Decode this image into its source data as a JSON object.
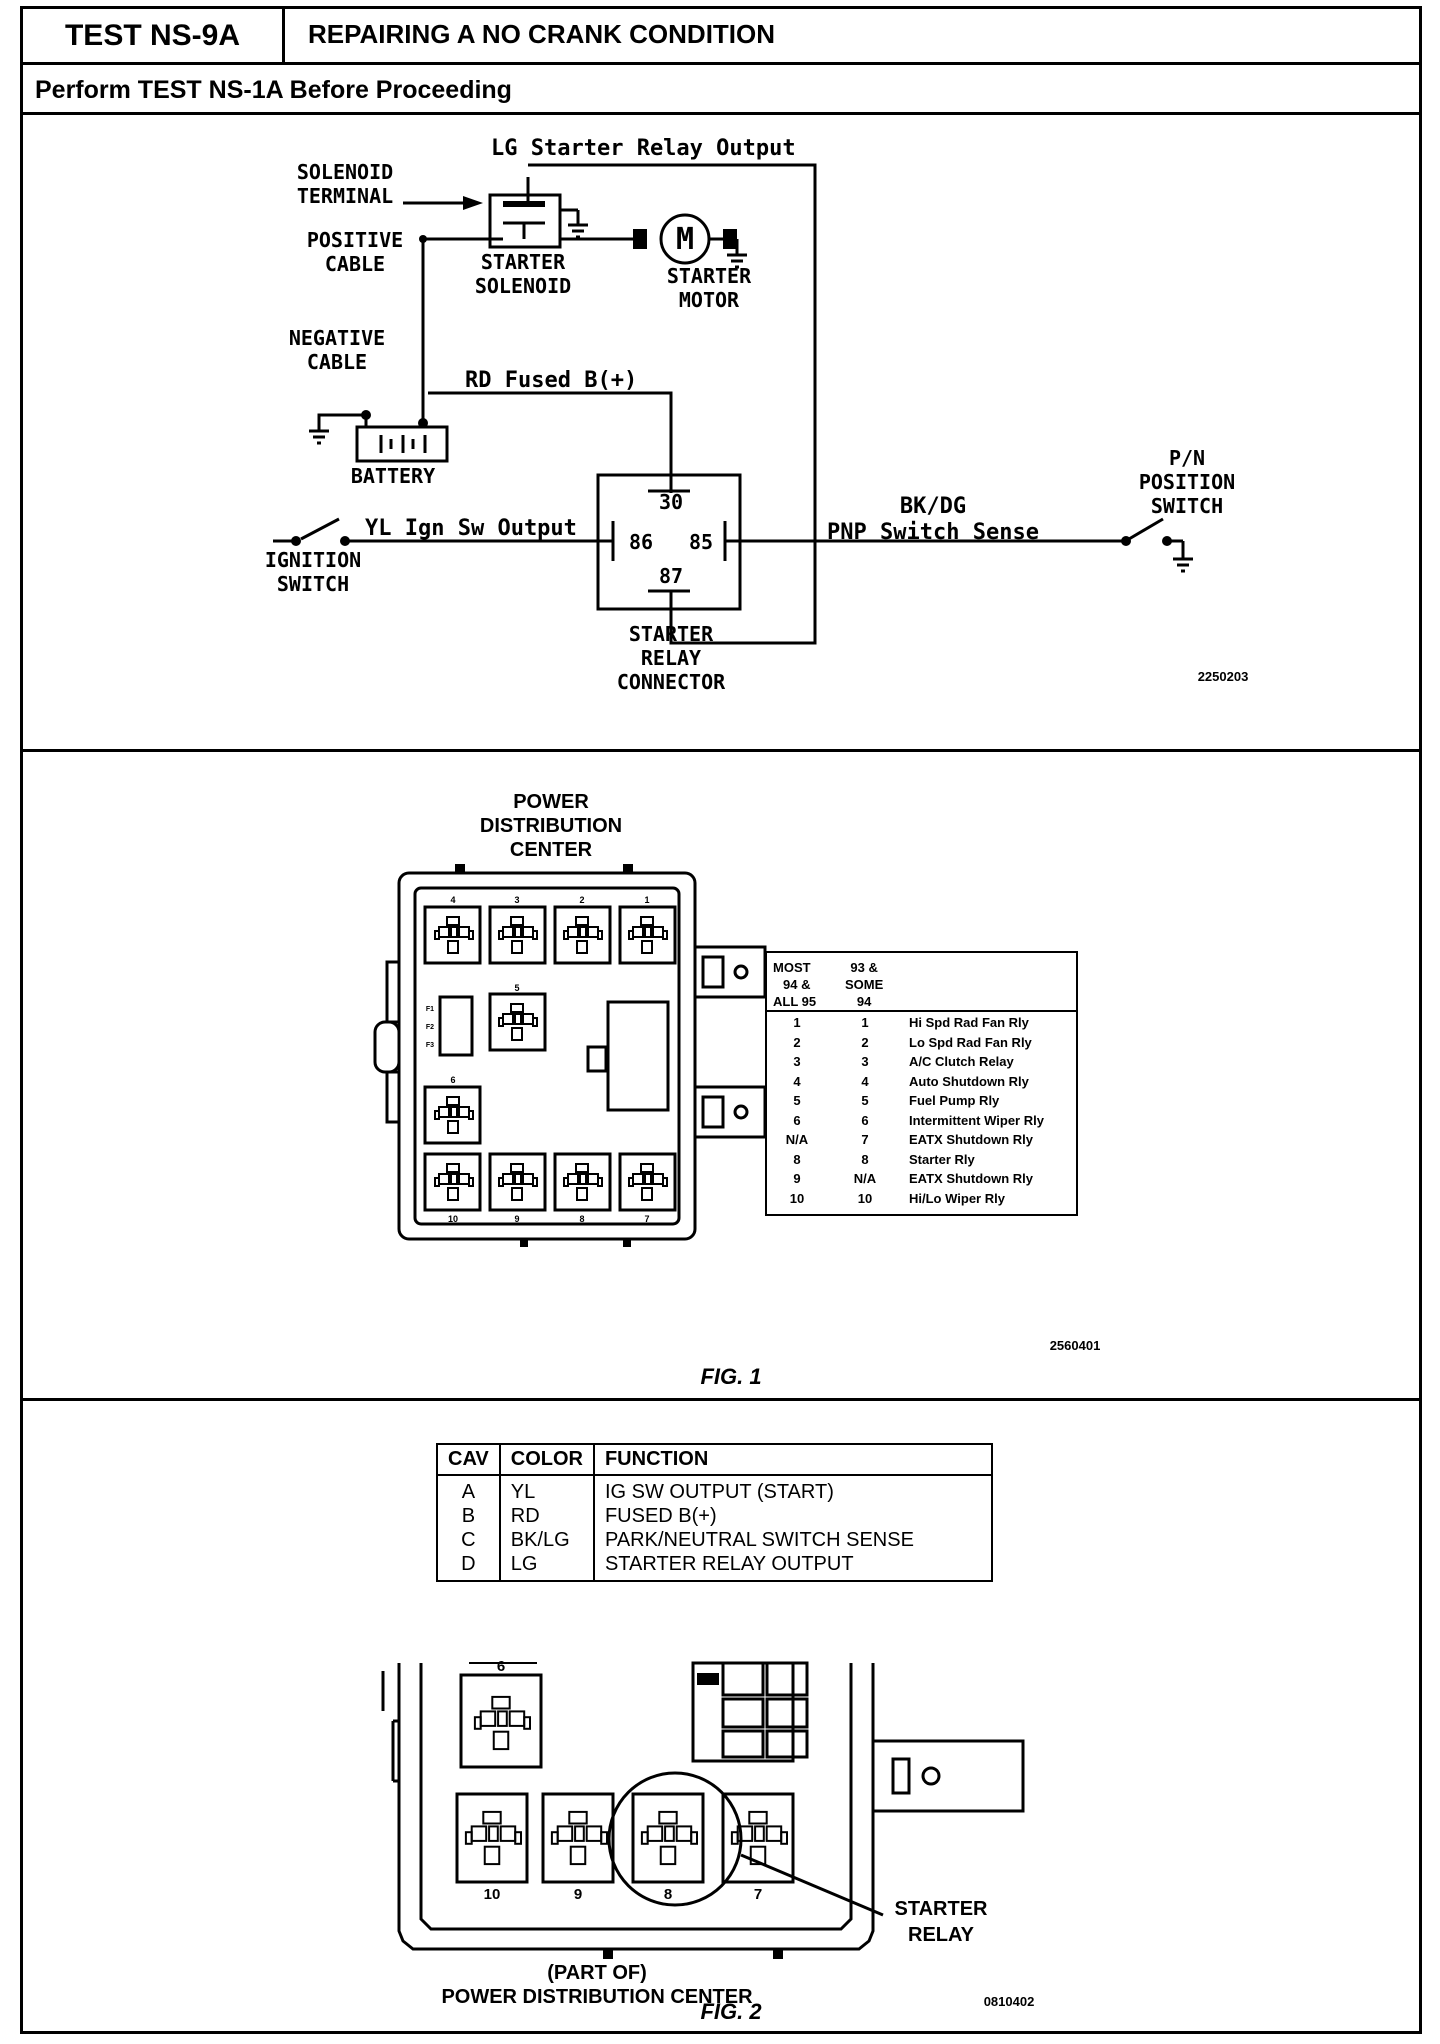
{
  "header": {
    "test_id": "TEST NS-9A",
    "title": "REPAIRING A NO CRANK CONDITION",
    "prerequisite": "Perform TEST NS-1A Before Proceeding"
  },
  "schematic": {
    "lg_output": "LG Starter Relay Output",
    "solenoid_terminal": [
      "SOLENOID",
      "TERMINAL"
    ],
    "positive_cable": [
      "POSITIVE",
      "CABLE"
    ],
    "starter_solenoid": [
      "STARTER",
      "SOLENOID"
    ],
    "motor_symbol": "M",
    "starter_motor": [
      "STARTER",
      "MOTOR"
    ],
    "negative_cable": [
      "NEGATIVE",
      "CABLE"
    ],
    "rd_fused": "RD Fused B(+)",
    "battery": "BATTERY",
    "yl_output": "YL Ign Sw Output",
    "ignition_switch": [
      "IGNITION",
      "SWITCH"
    ],
    "pin_30": "30",
    "pin_86": "86",
    "pin_85": "85",
    "pin_87": "87",
    "bk_dg": "BK/DG",
    "pnp_sense": "PNP Switch Sense",
    "pn_switch": [
      "P/N",
      "POSITION",
      "SWITCH"
    ],
    "relay_connector": [
      "STARTER",
      "RELAY",
      "CONNECTOR"
    ],
    "figure_code": "2250203"
  },
  "fig1": {
    "pdc_title": [
      "POWER",
      "DISTRIBUTION",
      "CENTER"
    ],
    "top_labels": [
      "4",
      "3",
      "2",
      "1"
    ],
    "middle_label": "5",
    "left_label": "6",
    "bottom_labels": [
      "10",
      "9",
      "8",
      "7"
    ],
    "fuse_labels": [
      "F1",
      "F2",
      "F3"
    ],
    "col_header_1": [
      "MOST",
      "94 &",
      "ALL 95"
    ],
    "col_header_2": [
      "93 &",
      "SOME",
      "94"
    ],
    "relay_rows": [
      {
        "most": "1",
        "some": "1",
        "name": "Hi Spd Rad Fan Rly"
      },
      {
        "most": "2",
        "some": "2",
        "name": "Lo Spd Rad Fan Rly"
      },
      {
        "most": "3",
        "some": "3",
        "name": "A/C Clutch Relay"
      },
      {
        "most": "4",
        "some": "4",
        "name": "Auto Shutdown Rly"
      },
      {
        "most": "5",
        "some": "5",
        "name": "Fuel Pump Rly"
      },
      {
        "most": "6",
        "some": "6",
        "name": "Intermittent Wiper Rly"
      },
      {
        "most": "N/A",
        "some": "7",
        "name": "EATX Shutdown Rly"
      },
      {
        "most": "8",
        "some": "8",
        "name": "Starter Rly"
      },
      {
        "most": "9",
        "some": "N/A",
        "name": "EATX Shutdown Rly"
      },
      {
        "most": "10",
        "some": "10",
        "name": "Hi/Lo Wiper Rly"
      }
    ],
    "figure_code": "2560401",
    "caption": "FIG. 1"
  },
  "fig2": {
    "table_headers": [
      "CAV",
      "COLOR",
      "FUNCTION"
    ],
    "table_rows": [
      {
        "cav": "A",
        "color": "YL",
        "function": "IG SW OUTPUT (START)"
      },
      {
        "cav": "B",
        "color": "RD",
        "function": "FUSED B(+)"
      },
      {
        "cav": "C",
        "color": "BK/LG",
        "function": "PARK/NEUTRAL SWITCH SENSE"
      },
      {
        "cav": "D",
        "color": "LG",
        "function": "STARTER RELAY OUTPUT"
      }
    ],
    "label_6": "6",
    "bottom_labels": [
      "10",
      "9",
      "8",
      "7"
    ],
    "starter_relay": [
      "STARTER",
      "RELAY"
    ],
    "part_of": "(PART OF)",
    "pdc_name": "POWER DISTRIBUTION CENTER",
    "figure_code": "0810402",
    "caption": "FIG. 2"
  }
}
